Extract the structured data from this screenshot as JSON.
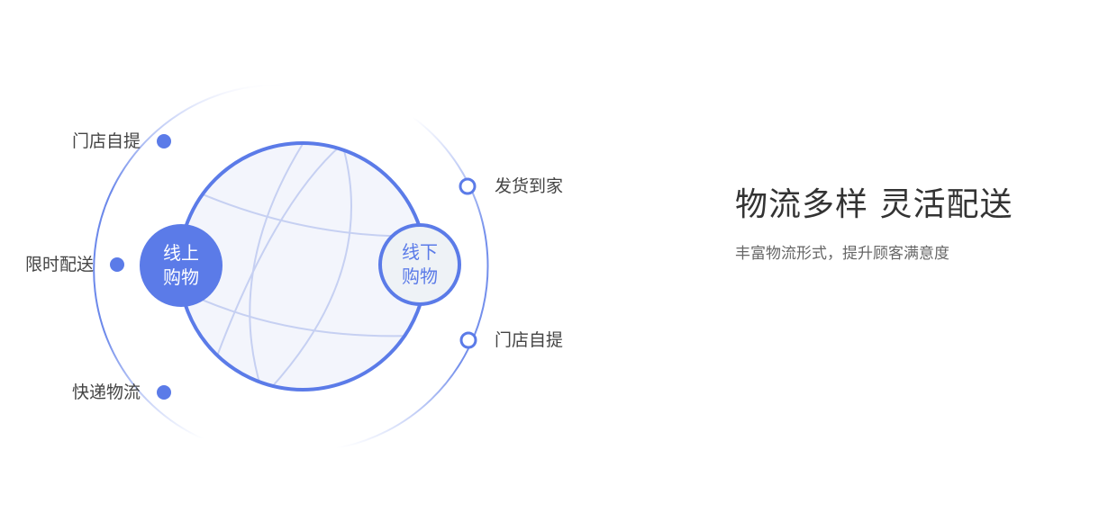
{
  "diagram": {
    "center": {
      "online": {
        "line1": "线上",
        "line2": "购物"
      },
      "offline": {
        "line1": "线下",
        "line2": "购物"
      }
    },
    "left_options": [
      {
        "label": "门店自提"
      },
      {
        "label": "限时配送"
      },
      {
        "label": "快递物流"
      }
    ],
    "right_options": [
      {
        "label": "发货到家"
      },
      {
        "label": "门店自提"
      }
    ],
    "colors": {
      "accent": "#5b7be8",
      "globe_fill": "#f3f5fc",
      "globe_lines": "#c6d0f2",
      "offline_fill": "#eef2f6"
    }
  },
  "info": {
    "title": "物流多样 灵活配送",
    "subtitle": "丰富物流形式，提升顾客满意度"
  }
}
